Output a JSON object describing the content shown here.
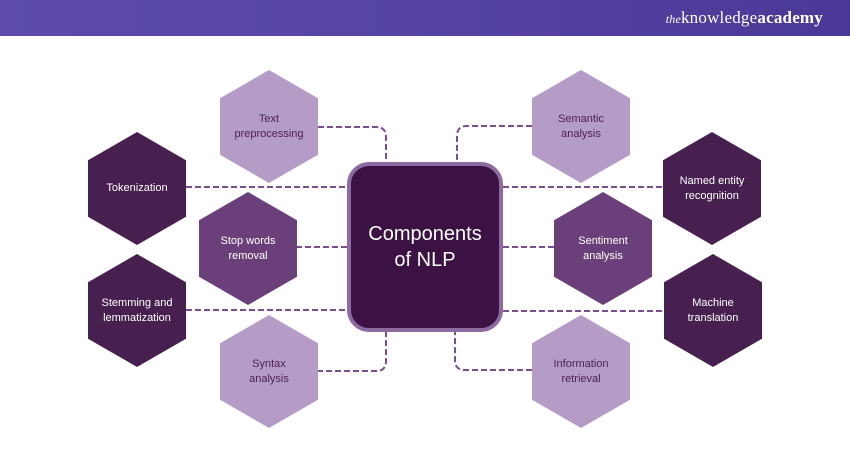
{
  "header": {
    "brand_prefix": "the",
    "brand_main": "knowledge",
    "brand_bold": "academy"
  },
  "palette": {
    "header": "#5542a2",
    "dark": "#47204f",
    "mid": "#6b3f7a",
    "light": "#b49cc6",
    "center_fill": "#3c1144",
    "center_border": "#8d6ba0",
    "connector": "#7a4e8c"
  },
  "center": {
    "lines": [
      "Components",
      "of NLP"
    ]
  },
  "components": [
    {
      "id": "text-preprocessing",
      "shade": "light",
      "lines": [
        "Text",
        "preprocessing"
      ]
    },
    {
      "id": "tokenization",
      "shade": "dark",
      "lines": [
        "Tokenization"
      ]
    },
    {
      "id": "stop-words-removal",
      "shade": "mid",
      "lines": [
        "Stop words",
        "removal"
      ]
    },
    {
      "id": "stemming-lemmatization",
      "shade": "dark",
      "lines": [
        "Stemming and",
        "lemmatization"
      ]
    },
    {
      "id": "syntax-analysis",
      "shade": "light",
      "lines": [
        "Syntax",
        "analysis"
      ]
    },
    {
      "id": "semantic-analysis",
      "shade": "light",
      "lines": [
        "Semantic",
        "analysis"
      ]
    },
    {
      "id": "named-entity-recognition",
      "shade": "dark",
      "lines": [
        "Named entity",
        "recognition"
      ]
    },
    {
      "id": "sentiment-analysis",
      "shade": "mid",
      "lines": [
        "Sentiment",
        "analysis"
      ]
    },
    {
      "id": "machine-translation",
      "shade": "dark",
      "lines": [
        "Machine",
        "translation"
      ]
    },
    {
      "id": "information-retrieval",
      "shade": "light",
      "lines": [
        "Information",
        "retrieval"
      ]
    }
  ]
}
